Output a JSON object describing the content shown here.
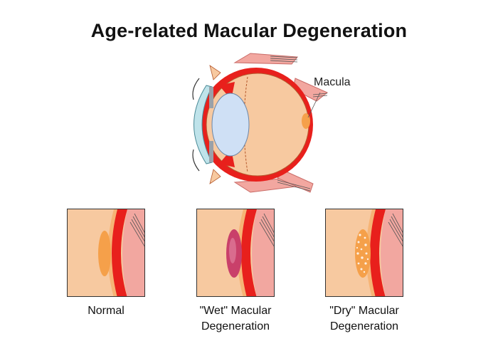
{
  "title": "Age-related Macular Degeneration",
  "eye": {
    "macula_label": "Macula"
  },
  "panels": [
    {
      "lines": [
        "Normal"
      ]
    },
    {
      "lines": [
        "\"Wet\" Macular",
        "Degeneration"
      ]
    },
    {
      "lines": [
        "\"Dry\" Macular",
        "Degeneration"
      ]
    }
  ],
  "colors": {
    "skin": "#f7c9a0",
    "retina_red": "#e8201c",
    "sclera_pink": "#f2a7a0",
    "macula_orange": "#f5a04a",
    "wet_purple": "#c9406a",
    "lens_blue": "#cfe0f5",
    "cornea_blue": "#bfe3ea"
  }
}
